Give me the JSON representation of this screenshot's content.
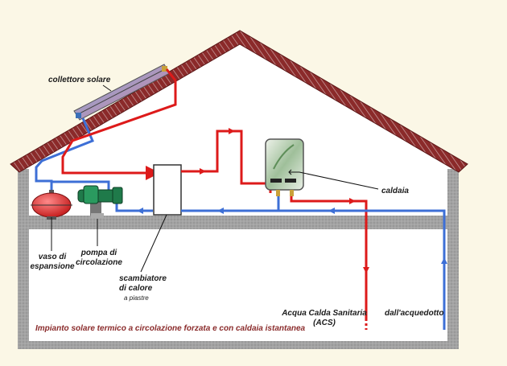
{
  "labels": {
    "collector": "collettore solare",
    "pump_1": "pompa di",
    "pump_2": "circolazione",
    "vessel_1": "vaso di",
    "vessel_2": "espansione",
    "exchanger_1": "scambiatore",
    "exchanger_2": "di calore",
    "exchanger_3": "a piastre",
    "boiler": "caldaia",
    "acs_1": "Acqua Calda Sanitaria",
    "acs_2": "(ACS)",
    "mains": "dall'acquedotto"
  },
  "caption": "Impianto solare termico a circolazione forzata e con caldaia istantanea",
  "colors": {
    "hot_pipe": "#dd1a1a",
    "cold_pipe": "#3d6fd6",
    "wall": "#9a9a9a",
    "roof": "#8b2a2a",
    "background": "#fbf7e6",
    "interior": "#ffffff"
  }
}
